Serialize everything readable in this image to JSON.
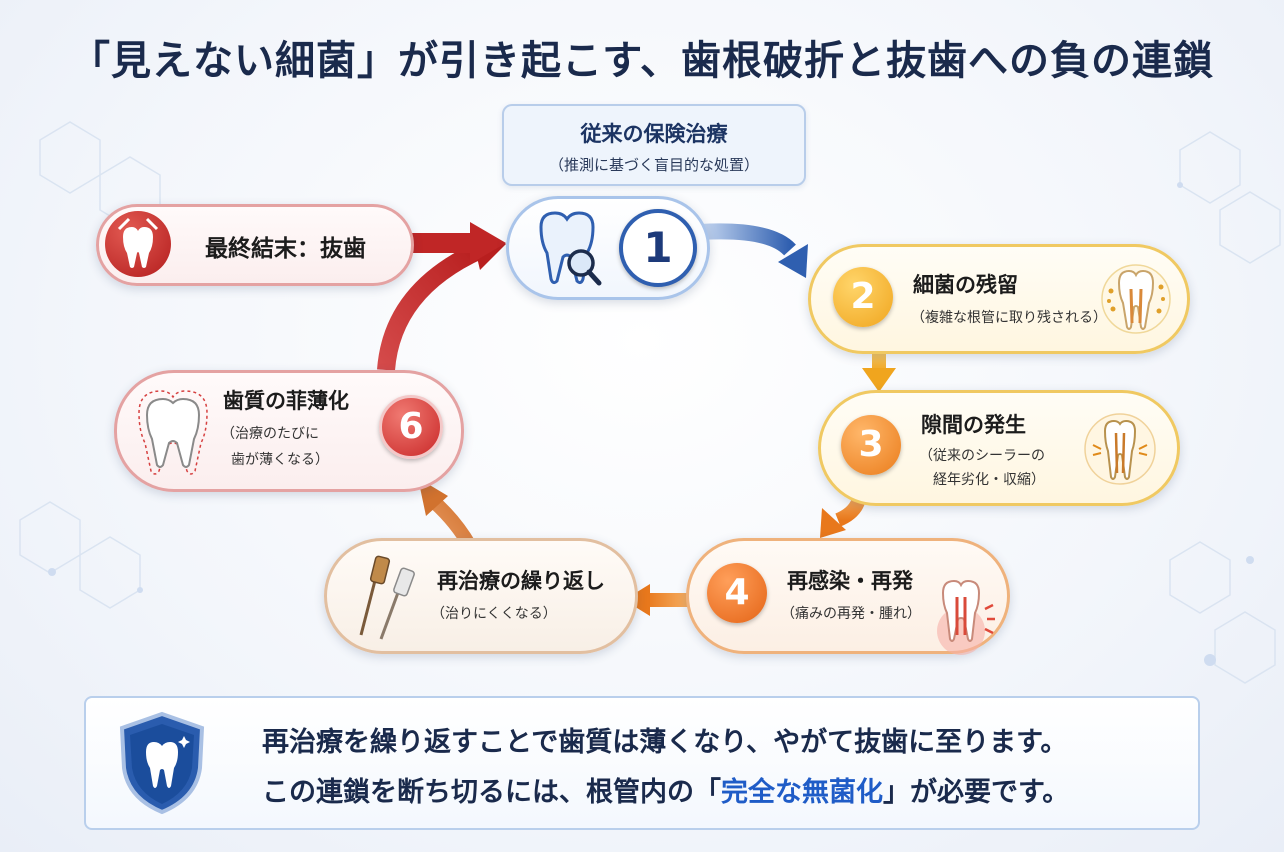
{
  "title": "「見えない細菌」が引き起こす、歯根破折と抜歯への負の連鎖",
  "conventional": {
    "title": "従来の保険治療",
    "subtitle": "（推測に基づく盲目的な処置）"
  },
  "steps": [
    {
      "number": "1"
    },
    {
      "number": "2",
      "title": "細菌の残留",
      "subtitle": "（複雑な根管に取り残される）"
    },
    {
      "number": "3",
      "title": "隙間の発生",
      "subtitle_1": "（従来のシーラーの",
      "subtitle_2": "経年劣化・収縮）"
    },
    {
      "number": "4",
      "title": "再感染・再発",
      "subtitle": "（痛みの再発・腫れ）"
    },
    {
      "title": "再治療の繰り返し",
      "subtitle": "（治りにくくなる）"
    },
    {
      "number": "6",
      "title": "歯質の菲薄化",
      "subtitle_1": "（治療のたびに",
      "subtitle_2": "歯が薄くなる）"
    }
  ],
  "final": {
    "title": "最終結末：抜歯"
  },
  "bottom": {
    "line1": "再治療を繰り返すことで歯質は薄くなり、やがて抜歯に至ります。",
    "line2_pre": "この連鎖を断ち切るには、根管内の「",
    "line2_highlight": "完全な無菌化",
    "line2_post": "」が必要です。"
  },
  "colors": {
    "blue": "#2f5fb0",
    "gold": "#f0a51e",
    "orange": "#ea7c1b",
    "red": "#c92828",
    "highlight": "#1f5cc7"
  }
}
